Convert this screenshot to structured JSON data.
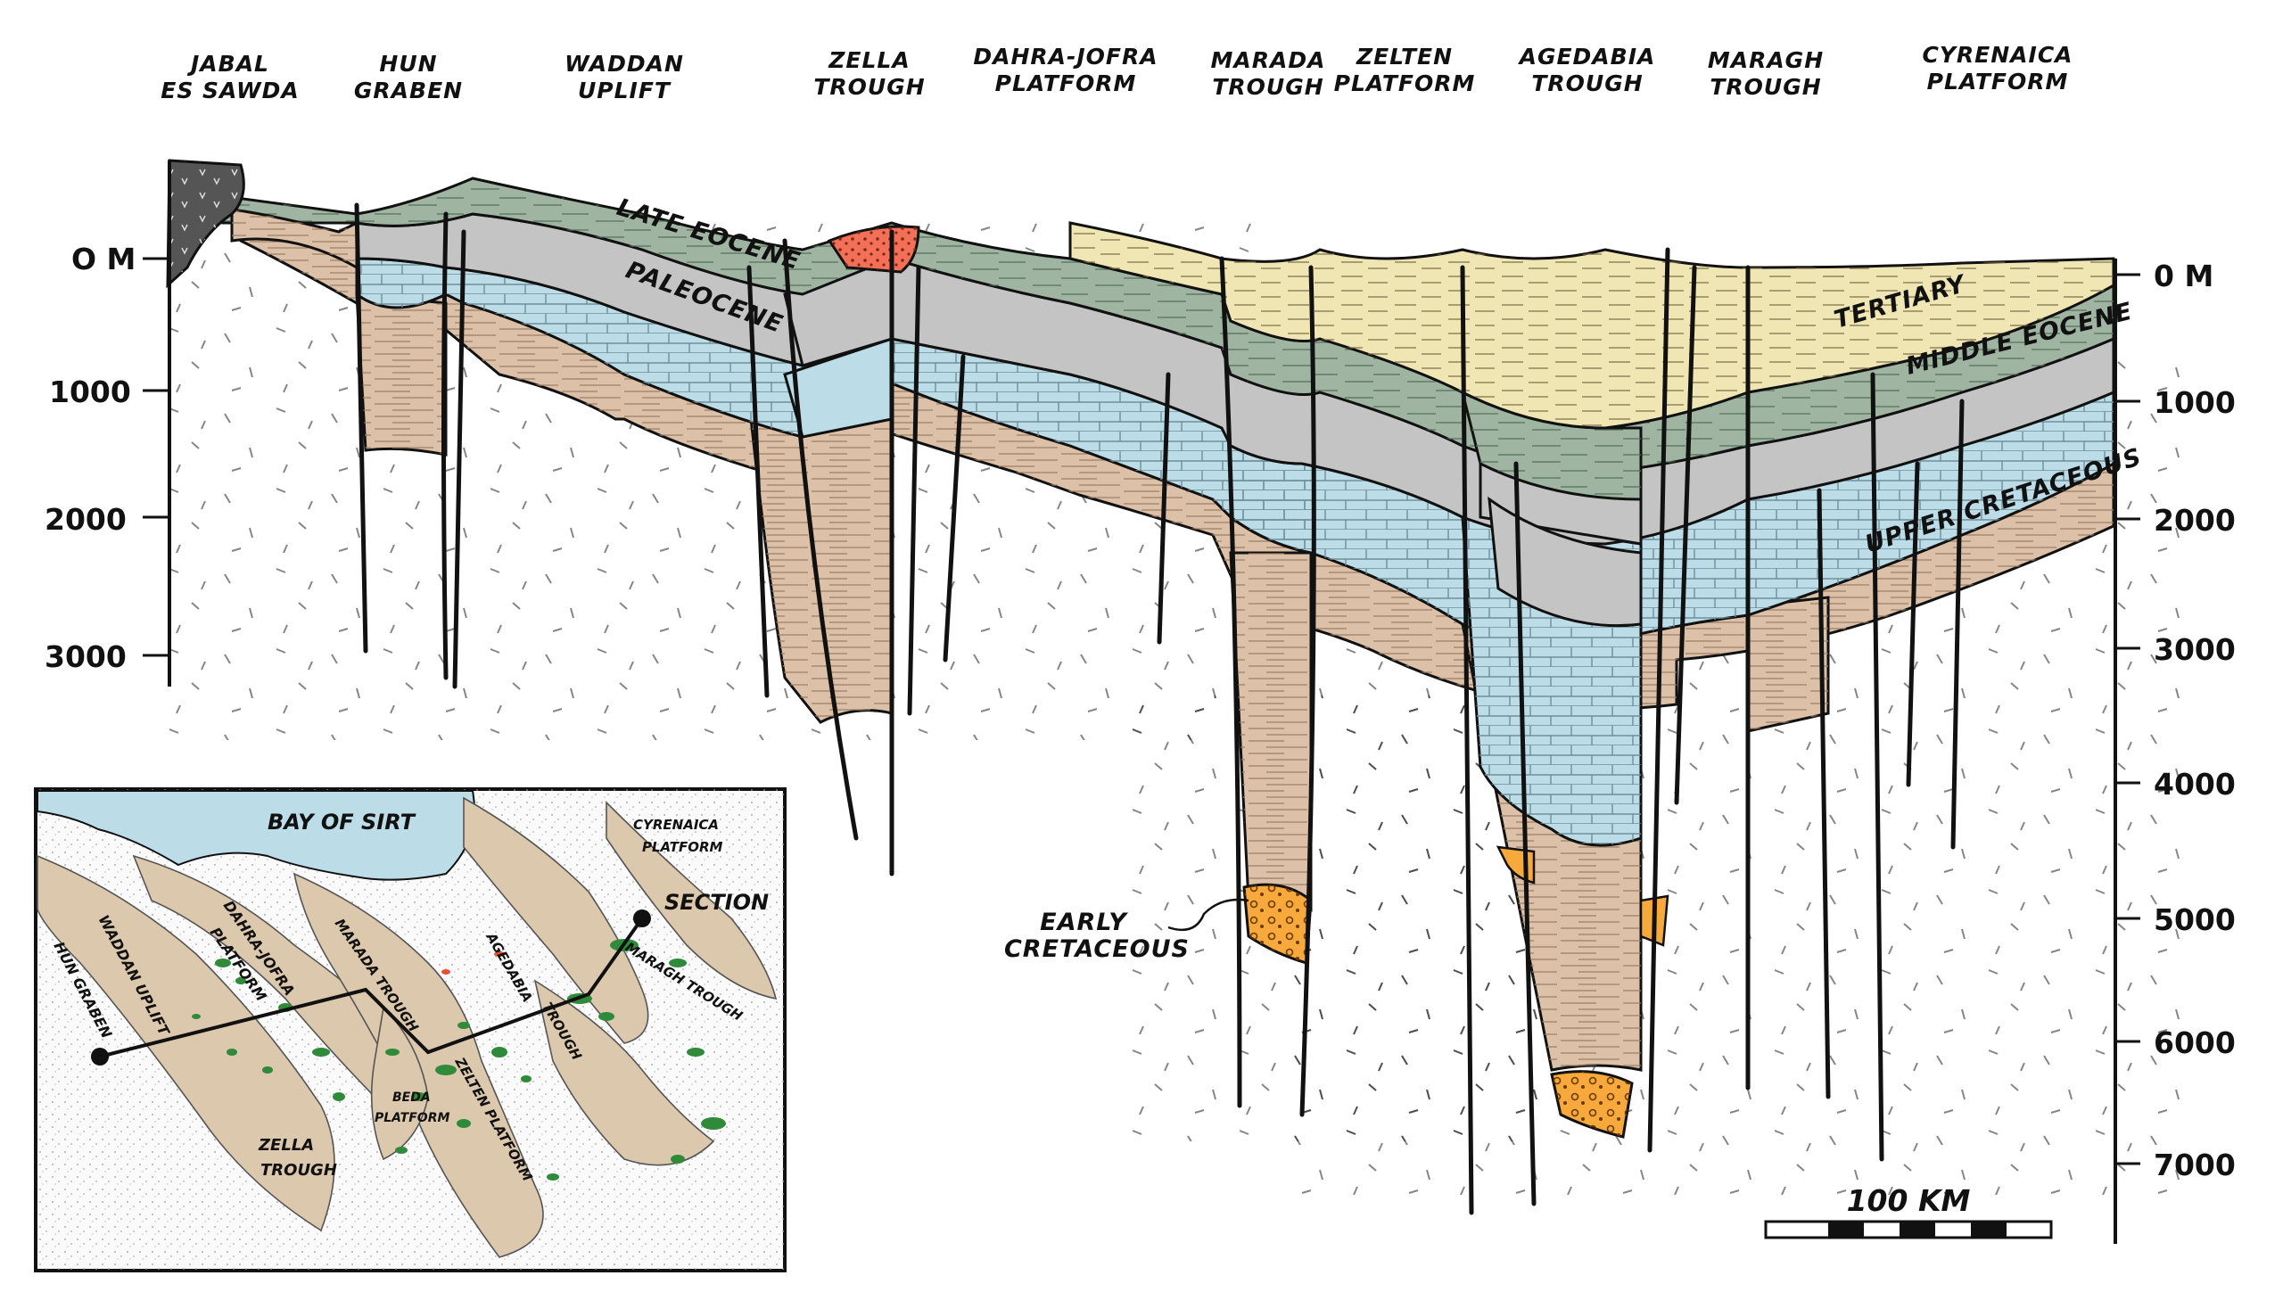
{
  "regions": [
    {
      "id": "jabal",
      "lines": [
        "JABAL",
        "ES SAWDA"
      ]
    },
    {
      "id": "hun",
      "lines": [
        "HUN",
        "GRABEN"
      ]
    },
    {
      "id": "waddan",
      "lines": [
        "WADDAN",
        "UPLIFT"
      ]
    },
    {
      "id": "zella",
      "lines": [
        "ZELLA",
        "TROUGH"
      ]
    },
    {
      "id": "dahra",
      "lines": [
        "DAHRA-JOFRA",
        "PLATFORM"
      ]
    },
    {
      "id": "marada",
      "lines": [
        "MARADA",
        "TROUGH"
      ]
    },
    {
      "id": "zelten",
      "lines": [
        "ZELTEN",
        "PLATFORM"
      ]
    },
    {
      "id": "agedabia",
      "lines": [
        "AGEDABIA",
        "TROUGH"
      ]
    },
    {
      "id": "maragh",
      "lines": [
        "MARAGH",
        "TROUGH"
      ]
    },
    {
      "id": "cyrenaica",
      "lines": [
        "CYRENAICA",
        "PLATFORM"
      ]
    }
  ],
  "depth_left": [
    "O M",
    "1000",
    "2000",
    "3000"
  ],
  "depth_right": [
    "0 M",
    "1000",
    "2000",
    "3000",
    "4000",
    "5000",
    "6000",
    "7000"
  ],
  "units": {
    "late_eocene": "LATE EOCENE",
    "paleocene": "PALEOCENE",
    "tertiary": "TERTIARY",
    "middle_eocene": "MIDDLE EOCENE",
    "upper_cretaceous": "UPPER CRETACEOUS",
    "early_cretaceous": [
      "EARLY",
      "CRETACEOUS"
    ]
  },
  "colors": {
    "tertiary": "#efe6b4",
    "middle_eocene": "#9fb5a2",
    "late_eocene_grey": "#c4c4c4",
    "paleocene_blue": "#bcdde7",
    "upper_cretaceous_tan": "#dcc1a8",
    "early_cretaceous_orange": "#f7a93c",
    "volcanic": "#555555",
    "red_deposit": "#f46f58",
    "inset_sea": "#bcdde7",
    "inset_land": "#dcc8ac",
    "inset_green": "#2f8a3a"
  },
  "inset": {
    "bay": "BAY OF SIRT",
    "cyrenaica": [
      "CYRENAICA",
      "PLATFORM"
    ],
    "section": "SECTION",
    "hun": "HUN GRABEN",
    "waddan": "WADDAN UPLIFT",
    "dahra": [
      "DAHRA-JOFRA",
      "PLATFORM"
    ],
    "marada": "MARADA TROUGH",
    "agedabia": [
      "AGEDABIA",
      "TROUGH"
    ],
    "maragh": "MARAGH TROUGH",
    "zelten": "ZELTEN PLATFORM",
    "beda": [
      "BEDA",
      "PLATFORM"
    ],
    "zella": [
      "ZELLA",
      "TROUGH"
    ]
  },
  "scale_bar": "100 KM"
}
